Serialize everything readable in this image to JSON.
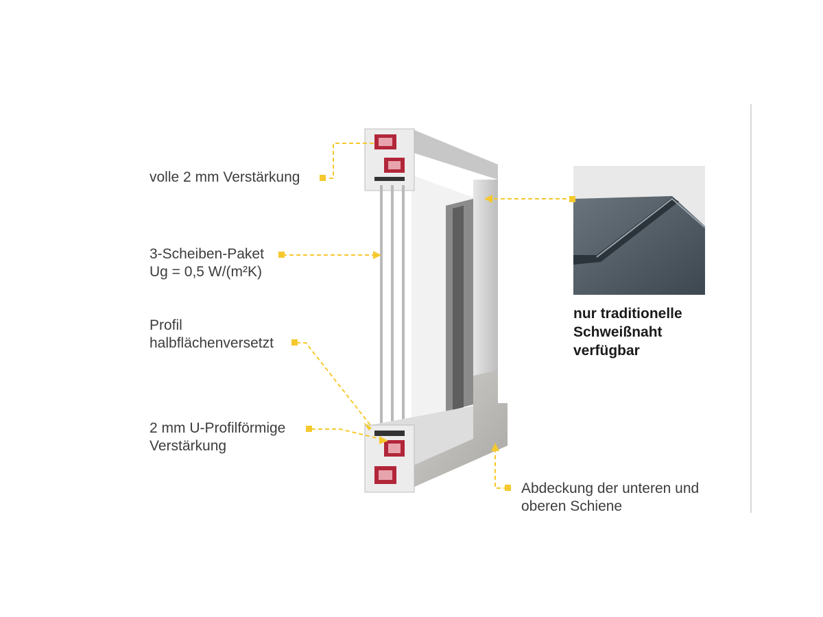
{
  "callouts": {
    "reinforcement_top": "volle 2 mm Verstärkung",
    "glazing_line1": "3-Scheiben-Paket",
    "glazing_line2": "Ug = 0,5 W/(m²K)",
    "profile_line1": "Profil",
    "profile_line2": "halbflächenversetzt",
    "u_profile_line1": "2 mm U-Profilförmige",
    "u_profile_line2": "Verstärkung",
    "cover_line1": "Abdeckung der unteren und",
    "cover_line2": "oberen Schiene"
  },
  "detail_note": {
    "line1": "nur traditionelle",
    "line2": "Schweißnaht",
    "line3": "verfügbar"
  },
  "colors": {
    "accent": "#f5c92e",
    "frame": "#c9c9c9",
    "reinforcement": "#b2263a",
    "weld_detail": "#4a5560"
  }
}
